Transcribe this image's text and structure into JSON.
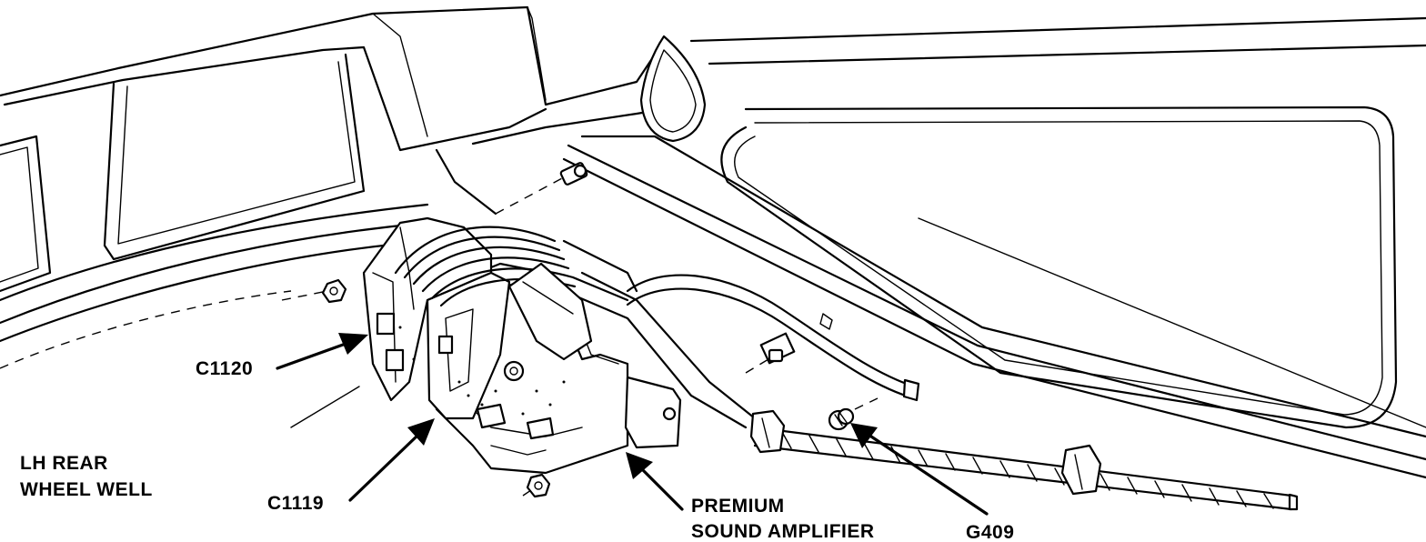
{
  "labels": {
    "c1120": "C1120",
    "c1119": "C1119",
    "wheel_well_line1": "LH REAR",
    "wheel_well_line2": "WHEEL WELL",
    "amplifier_line1": "PREMIUM",
    "amplifier_line2": "SOUND AMPLIFIER",
    "g409": "G409"
  }
}
